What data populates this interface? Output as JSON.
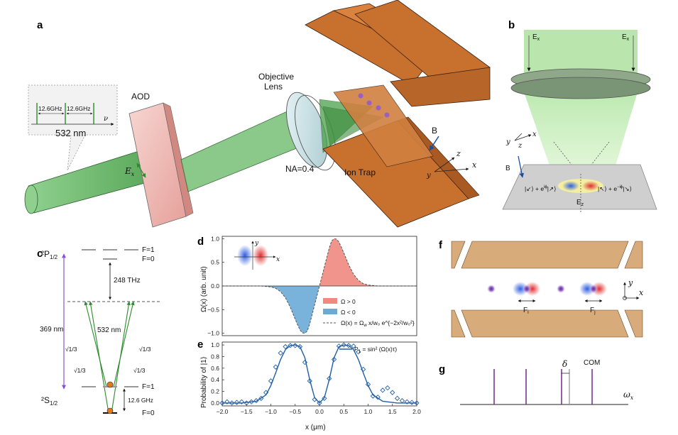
{
  "colors": {
    "beam_green": "#6fbf6f",
    "electrode_orange": "#c8702e",
    "ion_purple": "#9a5fc0",
    "positive_fill": "#f08a80",
    "negative_fill": "#6aaad6",
    "fit_blue": "#1f5fa8",
    "trap_tan": "#d8ab7b",
    "mode_purple": "#6c2b8f"
  },
  "panels": {
    "a": {
      "letter": "a",
      "spectrum_spacing_1": "12.6GHz",
      "spectrum_spacing_2": "12.6GHz",
      "spectrum_axis": "ν",
      "wavelength": "532 nm",
      "aod_label": "AOD",
      "field_label": "E",
      "field_sub": "x",
      "objective_label_1": "Objective",
      "objective_label_2": "Lens",
      "na_label": "NA=0.4",
      "trap_label": "Ion Trap",
      "b_label": "B",
      "axis_z": "z",
      "axis_x": "x",
      "axis_y": "y"
    },
    "b": {
      "letter": "b",
      "ex_left": "E",
      "ex_right": "E",
      "ex_sub": "x",
      "axis_y": "y",
      "axis_x": "x",
      "axis_z": "z",
      "b_label": "B",
      "state_left": "|↙⟩ + e",
      "state_left_exp": "iϕ",
      "state_left_end": "|↗⟩",
      "state_right": "|↖⟩ + e",
      "state_right_exp": "−iϕ",
      "state_right_end": "|↘⟩",
      "ez_label": "E",
      "ez_sub": "z"
    },
    "c": {
      "letter": "c",
      "p_level": "²P",
      "p_sub": "1/2",
      "p_f1": "F=1",
      "p_f0": "F=0",
      "detuning": "248 THz",
      "uv_wavelength": "369 nm",
      "raman_wavelength": "532 nm",
      "cg_1": "1/3",
      "cg_2": "1/3",
      "cg_3": "1/3",
      "cg_4": "1/3",
      "s_level": "²S",
      "s_sub": "1/2",
      "s_f1": "F=1",
      "s_f0": "F=0",
      "hyperfine": "12.6 GHz"
    },
    "d": {
      "letter": "d",
      "ylabel": "Ω(x) (arb. unit)",
      "yticks": [
        "1.0",
        "0.5",
        "0.0",
        "−0.5",
        "−1.0"
      ],
      "legend_pos": "Ω > 0",
      "legend_neg": "Ω < 0",
      "legend_formula": "Ω(x) = Ω",
      "legend_formula_tail": "e^{−2x²/w₀²}",
      "inset_y": "y",
      "inset_x": "x"
    },
    "e": {
      "letter": "e",
      "ylabel": "Probability of |1⟩",
      "xlabel": "x (μm)",
      "yticks": [
        "1.0",
        "0.8",
        "0.6",
        "0.4",
        "0.2",
        "0.0"
      ],
      "xticks": [
        "−2.0",
        "−1.5",
        "−1.0",
        "−0.5",
        "0.0",
        "0.5",
        "1.0",
        "1.5",
        "2.0"
      ],
      "legend_formula": "P",
      "legend_formula_sub": "1",
      "legend_formula_tail": " = sin² (Ω(x)τ)"
    },
    "f": {
      "letter": "f",
      "force_i": "F",
      "force_i_sub": "i",
      "force_j": "F",
      "force_j_sub": "j",
      "axis_y": "y",
      "axis_x": "x"
    },
    "g": {
      "letter": "g",
      "delta_label": "δ",
      "com_label": "COM",
      "axis_label": "ω",
      "axis_sub": "x"
    }
  },
  "chart_data": [
    {
      "type": "area",
      "panel": "d",
      "xlim": [
        -2.0,
        2.0
      ],
      "ylim": [
        -1.05,
        1.05
      ],
      "x": [
        -2.0,
        -1.8,
        -1.6,
        -1.4,
        -1.2,
        -1.0,
        -0.9,
        -0.8,
        -0.7,
        -0.6,
        -0.5,
        -0.45,
        -0.4,
        -0.35,
        -0.3,
        -0.25,
        -0.2,
        -0.1,
        0.0,
        0.1,
        0.2,
        0.25,
        0.3,
        0.35,
        0.4,
        0.45,
        0.5,
        0.6,
        0.7,
        0.8,
        0.9,
        1.0,
        1.2,
        1.4,
        1.6,
        1.8,
        2.0
      ],
      "series": [
        {
          "name": "Ω(x)",
          "values": [
            0.0,
            0.0,
            0.0,
            0.0,
            0.0,
            -0.02,
            -0.05,
            -0.12,
            -0.25,
            -0.45,
            -0.7,
            -0.82,
            -0.93,
            -0.99,
            -1.0,
            -0.95,
            -0.8,
            -0.4,
            0.0,
            0.4,
            0.8,
            0.95,
            1.0,
            0.99,
            0.93,
            0.82,
            0.7,
            0.45,
            0.25,
            0.12,
            0.05,
            0.02,
            0.0,
            0.0,
            0.0,
            0.0,
            0.0
          ]
        }
      ],
      "legend": [
        "Ω > 0",
        "Ω < 0",
        "Ω(x) = Ω_w (x/w₀) e^{−2x²/w₀²}"
      ],
      "grid": false
    },
    {
      "type": "scatter",
      "panel": "e",
      "xlabel": "x (μm)",
      "ylabel": "Probability of |1⟩",
      "xlim": [
        -2.0,
        2.0
      ],
      "ylim": [
        -0.05,
        1.05
      ],
      "points_x": [
        -2.0,
        -1.9,
        -1.8,
        -1.7,
        -1.6,
        -1.5,
        -1.4,
        -1.3,
        -1.2,
        -1.1,
        -1.0,
        -0.9,
        -0.8,
        -0.7,
        -0.6,
        -0.5,
        -0.4,
        -0.3,
        -0.2,
        -0.1,
        0.0,
        0.1,
        0.2,
        0.3,
        0.4,
        0.5,
        0.6,
        0.7,
        0.8,
        0.9,
        1.0,
        1.1,
        1.2,
        1.3,
        1.4,
        1.5,
        1.6,
        1.7,
        1.8,
        1.9,
        2.0
      ],
      "points_y": [
        0.0,
        0.02,
        0.0,
        0.01,
        0.02,
        0.0,
        0.02,
        0.04,
        0.08,
        0.18,
        0.38,
        0.62,
        0.86,
        0.97,
        0.99,
        0.99,
        0.97,
        0.7,
        0.38,
        0.06,
        0.0,
        0.08,
        0.42,
        0.75,
        0.98,
        1.0,
        0.99,
        0.98,
        0.88,
        0.58,
        0.32,
        0.12,
        0.1,
        0.22,
        0.26,
        0.18,
        0.08,
        0.04,
        0.02,
        0.01,
        0.0
      ],
      "fit_x": [
        -2.0,
        -1.6,
        -1.3,
        -1.1,
        -1.0,
        -0.9,
        -0.8,
        -0.7,
        -0.6,
        -0.5,
        -0.4,
        -0.3,
        -0.2,
        -0.1,
        0.0,
        0.1,
        0.2,
        0.3,
        0.4,
        0.5,
        0.6,
        0.7,
        0.8,
        0.9,
        1.0,
        1.1,
        1.3,
        1.6,
        2.0
      ],
      "fit_y": [
        0.0,
        0.0,
        0.03,
        0.14,
        0.3,
        0.52,
        0.75,
        0.92,
        0.99,
        1.0,
        0.97,
        0.78,
        0.4,
        0.09,
        0.0,
        0.09,
        0.4,
        0.78,
        0.97,
        1.0,
        0.99,
        0.92,
        0.75,
        0.52,
        0.3,
        0.14,
        0.03,
        0.0,
        0.0
      ],
      "legend": [
        "P₁ = sin² (Ω(x)τ)"
      ],
      "grid": false
    },
    {
      "type": "bar",
      "panel": "g",
      "axis_label": "ω_x",
      "mode_count": 5,
      "annotations": [
        "δ",
        "COM"
      ]
    }
  ]
}
